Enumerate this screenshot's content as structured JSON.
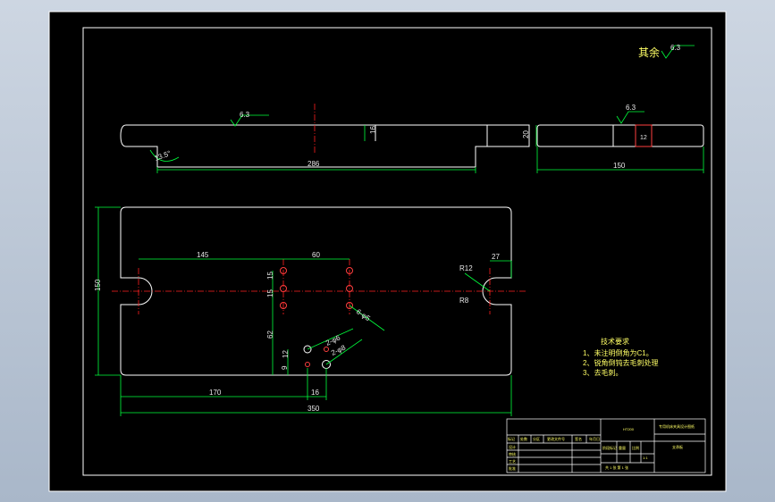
{
  "drawing": {
    "rest_roughness": "其余",
    "rest_roughness_value": "6.3",
    "top_view": {
      "roughness": "6.3",
      "dim_length": "286",
      "dim_thickness": "16",
      "dim_height": "20",
      "dim_angle": "13.5°"
    },
    "side_view": {
      "roughness": "6.3",
      "dim_width": "150",
      "dim_small": "12"
    },
    "plan_view": {
      "dim_height": "150",
      "dim_145": "145",
      "dim_60": "60",
      "dim_15a": "15",
      "dim_15b": "15",
      "dim_62": "62",
      "dim_12": "12",
      "dim_9": "9",
      "dim_170": "170",
      "dim_16": "16",
      "dim_350": "350",
      "dim_27": "27",
      "dim_r12": "R12",
      "dim_r8": "R8",
      "hole_note_a": "6-φ5",
      "hole_note_b": "2-φ6",
      "hole_note_c": "2-φ8"
    },
    "tech_req": {
      "title": "技术要求",
      "items": [
        "1、未注明倒角为C1。",
        "2、锐角倒钝去毛刺处理",
        "3、去毛刺。"
      ]
    },
    "title_block": {
      "part_name": "支承板",
      "project": "专用机床夹具设计图纸",
      "material": "HT200",
      "scale": "1:1",
      "sheet": "共 1 张 第 1 张",
      "headers": [
        "标记",
        "处数",
        "分区",
        "更改文件号",
        "签名",
        "年月日"
      ],
      "rows": [
        "设计",
        "审核",
        "工艺",
        "批准"
      ],
      "right_headers": [
        "阶段标记",
        "重量",
        "比例"
      ]
    }
  }
}
